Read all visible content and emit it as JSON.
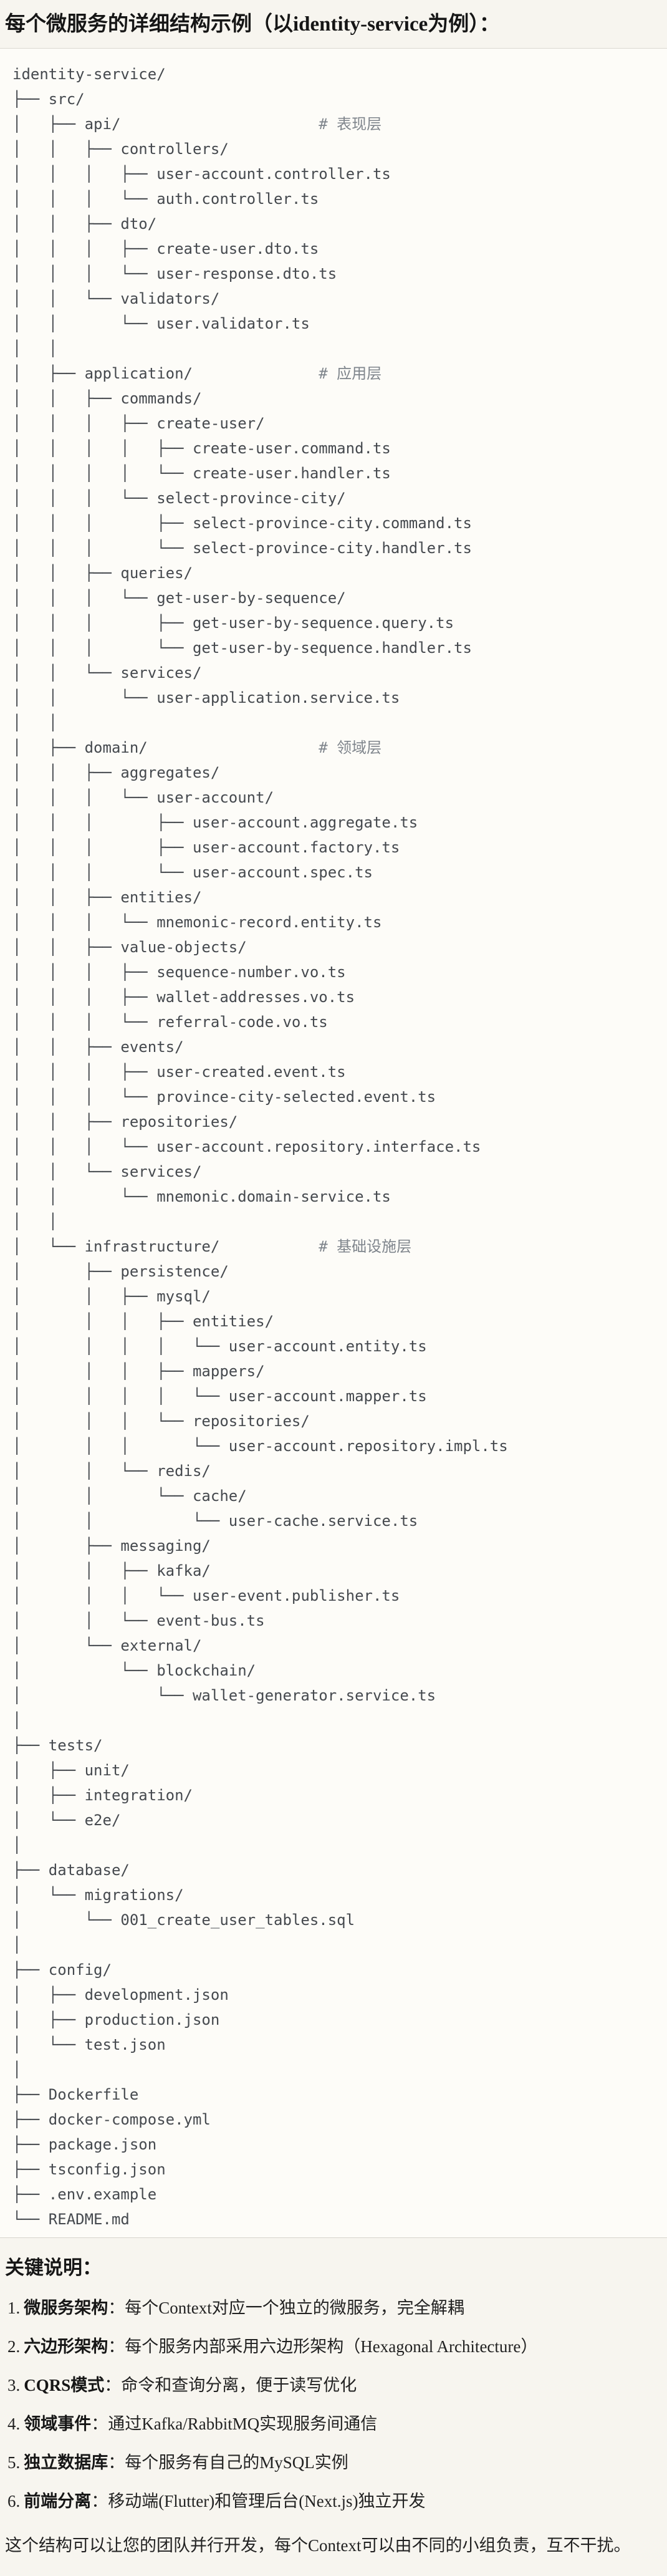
{
  "title": "每个微服务的详细结构示例（以identity-service为例）：",
  "tree": {
    "lines": [
      "identity-service/",
      "├── src/",
      {
        "text": "│   ├── api/",
        "comment": "# 表现层"
      },
      "│   │   ├── controllers/",
      "│   │   │   ├── user-account.controller.ts",
      "│   │   │   └── auth.controller.ts",
      "│   │   ├── dto/",
      "│   │   │   ├── create-user.dto.ts",
      "│   │   │   └── user-response.dto.ts",
      "│   │   └── validators/",
      "│   │       └── user.validator.ts",
      "│   │",
      {
        "text": "│   ├── application/",
        "comment": "# 应用层"
      },
      "│   │   ├── commands/",
      "│   │   │   ├── create-user/",
      "│   │   │   │   ├── create-user.command.ts",
      "│   │   │   │   └── create-user.handler.ts",
      "│   │   │   └── select-province-city/",
      "│   │   │       ├── select-province-city.command.ts",
      "│   │   │       └── select-province-city.handler.ts",
      "│   │   ├── queries/",
      "│   │   │   └── get-user-by-sequence/",
      "│   │   │       ├── get-user-by-sequence.query.ts",
      "│   │   │       └── get-user-by-sequence.handler.ts",
      "│   │   └── services/",
      "│   │       └── user-application.service.ts",
      "│   │",
      {
        "text": "│   ├── domain/",
        "comment": "# 领域层"
      },
      "│   │   ├── aggregates/",
      "│   │   │   └── user-account/",
      "│   │   │       ├── user-account.aggregate.ts",
      "│   │   │       ├── user-account.factory.ts",
      "│   │   │       └── user-account.spec.ts",
      "│   │   ├── entities/",
      "│   │   │   └── mnemonic-record.entity.ts",
      "│   │   ├── value-objects/",
      "│   │   │   ├── sequence-number.vo.ts",
      "│   │   │   ├── wallet-addresses.vo.ts",
      "│   │   │   └── referral-code.vo.ts",
      "│   │   ├── events/",
      "│   │   │   ├── user-created.event.ts",
      "│   │   │   └── province-city-selected.event.ts",
      "│   │   ├── repositories/",
      "│   │   │   └── user-account.repository.interface.ts",
      "│   │   └── services/",
      "│   │       └── mnemonic.domain-service.ts",
      "│   │",
      {
        "text": "│   └── infrastructure/",
        "comment": "# 基础设施层"
      },
      "│       ├── persistence/",
      "│       │   ├── mysql/",
      "│       │   │   ├── entities/",
      "│       │   │   │   └── user-account.entity.ts",
      "│       │   │   ├── mappers/",
      "│       │   │   │   └── user-account.mapper.ts",
      "│       │   │   └── repositories/",
      "│       │   │       └── user-account.repository.impl.ts",
      "│       │   └── redis/",
      "│       │       └── cache/",
      "│       │           └── user-cache.service.ts",
      "│       ├── messaging/",
      "│       │   ├── kafka/",
      "│       │   │   └── user-event.publisher.ts",
      "│       │   └── event-bus.ts",
      "│       └── external/",
      "│           └── blockchain/",
      "│               └── wallet-generator.service.ts",
      "│",
      "├── tests/",
      "│   ├── unit/",
      "│   ├── integration/",
      "│   └── e2e/",
      "│",
      "├── database/",
      "│   └── migrations/",
      "│       └── 001_create_user_tables.sql",
      "│",
      "├── config/",
      "│   ├── development.json",
      "│   ├── production.json",
      "│   └── test.json",
      "│",
      "├── Dockerfile",
      "├── docker-compose.yml",
      "├── package.json",
      "├── tsconfig.json",
      "├── .env.example",
      "└── README.md"
    ]
  },
  "notes": {
    "heading": "关键说明：",
    "items": [
      {
        "num": "1.",
        "term": "微服务架构",
        "sep": "：",
        "desc": "每个Context对应一个独立的微服务，完全解耦"
      },
      {
        "num": "2.",
        "term": "六边形架构",
        "sep": "：",
        "desc": "每个服务内部采用六边形架构（Hexagonal Architecture）"
      },
      {
        "num": "3.",
        "term": "CQRS模式",
        "sep": "：",
        "desc": "命令和查询分离，便于读写优化"
      },
      {
        "num": "4.",
        "term": "领域事件",
        "sep": "：",
        "desc": "通过Kafka/RabbitMQ实现服务间通信"
      },
      {
        "num": "5.",
        "term": "独立数据库",
        "sep": "：",
        "desc": "每个服务有自己的MySQL实例"
      },
      {
        "num": "6.",
        "term": "前端分离",
        "sep": "：",
        "desc": "移动端(Flutter)和管理后台(Next.js)独立开发"
      }
    ],
    "closing": "这个结构可以让您的团队并行开发，每个Context可以由不同的小组负责，互不干扰。"
  },
  "colors": {
    "page_bg": "#f7f5ef",
    "code_bg": "#fdfcf8",
    "border": "#dcd9d2",
    "tree_text": "#45494e",
    "comment_text": "#7f858c"
  }
}
